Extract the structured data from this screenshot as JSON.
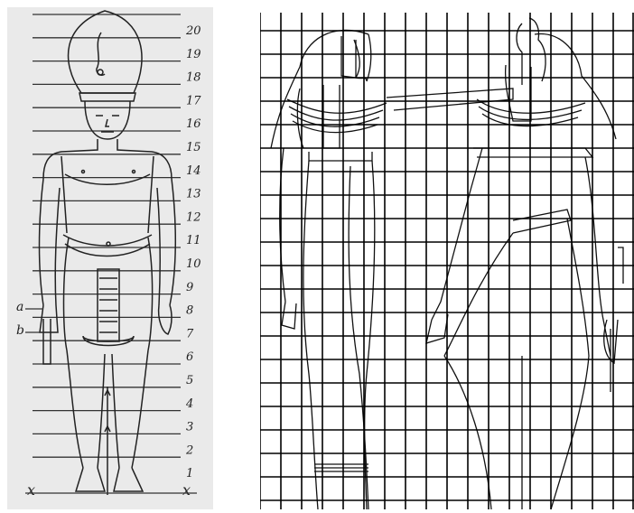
{
  "left_figure": {
    "scale_numbers": [
      "20",
      "19",
      "18",
      "17",
      "16",
      "15",
      "14",
      "13",
      "12",
      "11",
      "10",
      "9",
      "8",
      "7",
      "6",
      "5",
      "4",
      "3",
      "2",
      "1"
    ],
    "side_letters": [
      "a",
      "b"
    ],
    "baseline_letters": [
      "x",
      "x"
    ]
  },
  "right_figure": {
    "grid_columns": 18,
    "grid_rows": 20
  },
  "colors": {
    "line": "#1e1e1e",
    "panel_bg": "#eaeaea",
    "grid": "#000000"
  }
}
